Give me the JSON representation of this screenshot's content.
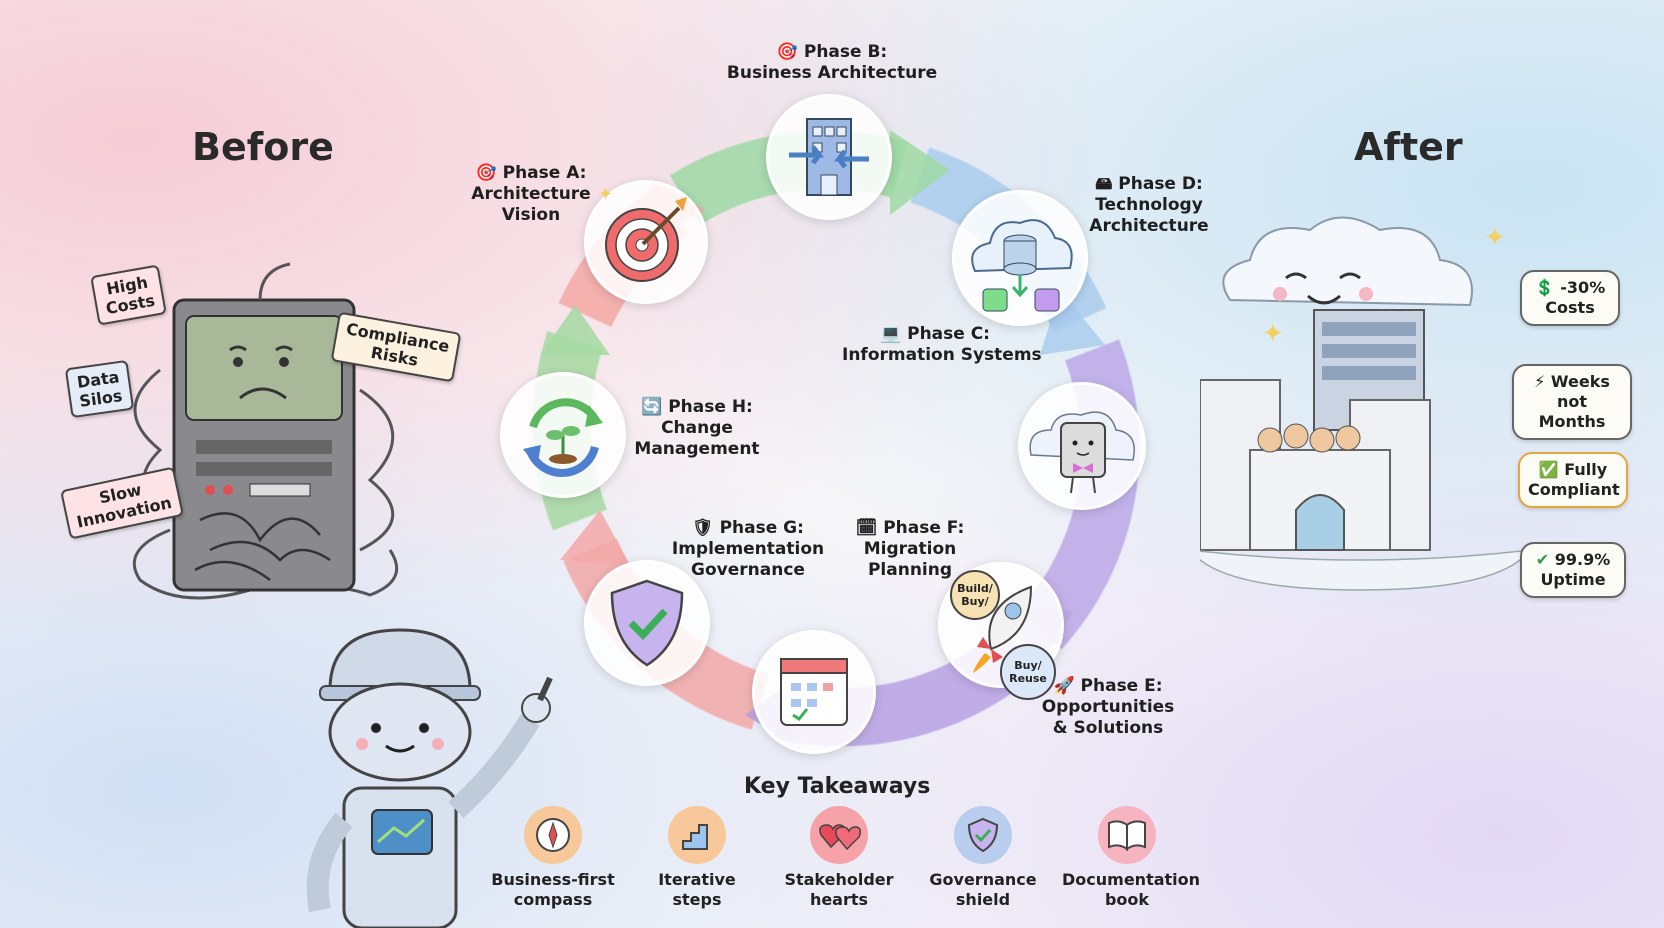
{
  "before": {
    "title": "Before"
  },
  "after": {
    "title": "After"
  },
  "before_signs": [
    {
      "id": "high-costs",
      "lines": [
        "High",
        "Costs"
      ]
    },
    {
      "id": "compliance-risks",
      "lines": [
        "Compliance",
        "Risks"
      ]
    },
    {
      "id": "data-silos",
      "lines": [
        "Data",
        "Silos"
      ]
    },
    {
      "id": "slow-innovation",
      "lines": [
        "Slow",
        "Innovation"
      ]
    }
  ],
  "phases": {
    "a": {
      "icon": "🎯",
      "title": "Phase A:",
      "lines": [
        "Architecture",
        "Vision"
      ]
    },
    "b": {
      "icon": "🎯",
      "title": "Phase B:",
      "lines": [
        "Business Architecture"
      ]
    },
    "c": {
      "icon": "💻",
      "title": "Phase C:",
      "lines": [
        "Information Systems"
      ]
    },
    "d": {
      "icon": "🖴",
      "title": "Phase D:",
      "lines": [
        "Technology",
        "Architecture"
      ]
    },
    "e": {
      "icon": "🚀",
      "title": "Phase E:",
      "lines": [
        "Opportunities",
        "& Solutions"
      ]
    },
    "f": {
      "icon": "🗓",
      "title": "Phase F:",
      "lines": [
        "Migration",
        "Planning"
      ]
    },
    "g": {
      "icon": "🛡",
      "title": "Phase G:",
      "lines": [
        "Implementation",
        "Governance"
      ]
    },
    "h": {
      "icon": "🔄",
      "title": "Phase H:",
      "lines": [
        "Change",
        "Management"
      ]
    }
  },
  "rocket_tags": {
    "build": [
      "Build/",
      "Buy/"
    ],
    "reuse": [
      "Buy/",
      "Reuse"
    ]
  },
  "after_stats": [
    {
      "id": "costs",
      "icon": "💲",
      "lines": [
        "-30%",
        "Costs"
      ]
    },
    {
      "id": "speed",
      "icon": "⚡",
      "lines": [
        "Weeks",
        "not Months"
      ]
    },
    {
      "id": "compliance",
      "icon": "✅",
      "lines": [
        "Fully",
        "Compliant"
      ]
    },
    {
      "id": "uptime",
      "icon": "✔",
      "lines": [
        "99.9%",
        "Uptime"
      ]
    }
  ],
  "takeaways": {
    "title": "Key Takeaways",
    "items": [
      {
        "id": "compass",
        "icon": "compass-icon",
        "lines": [
          "Business-first",
          "compass"
        ],
        "color": "#f6c89a"
      },
      {
        "id": "steps",
        "icon": "stairs-icon",
        "lines": [
          "Iterative",
          "steps"
        ],
        "color": "#f8c79a"
      },
      {
        "id": "hearts",
        "icon": "hearts-icon",
        "lines": [
          "Stakeholder",
          "hearts"
        ],
        "color": "#f5a3a8"
      },
      {
        "id": "shield",
        "icon": "shield-icon",
        "lines": [
          "Governance",
          "shield"
        ],
        "color": "#b9cdef"
      },
      {
        "id": "book",
        "icon": "book-icon",
        "lines": [
          "Documentation",
          "book"
        ],
        "color": "#f5b4c0"
      }
    ]
  },
  "colors": {
    "ring_green": "#8fd49a",
    "ring_blue": "#9ec6ec",
    "ring_purple": "#b9a3e6",
    "ring_red": "#f2a0a0"
  }
}
